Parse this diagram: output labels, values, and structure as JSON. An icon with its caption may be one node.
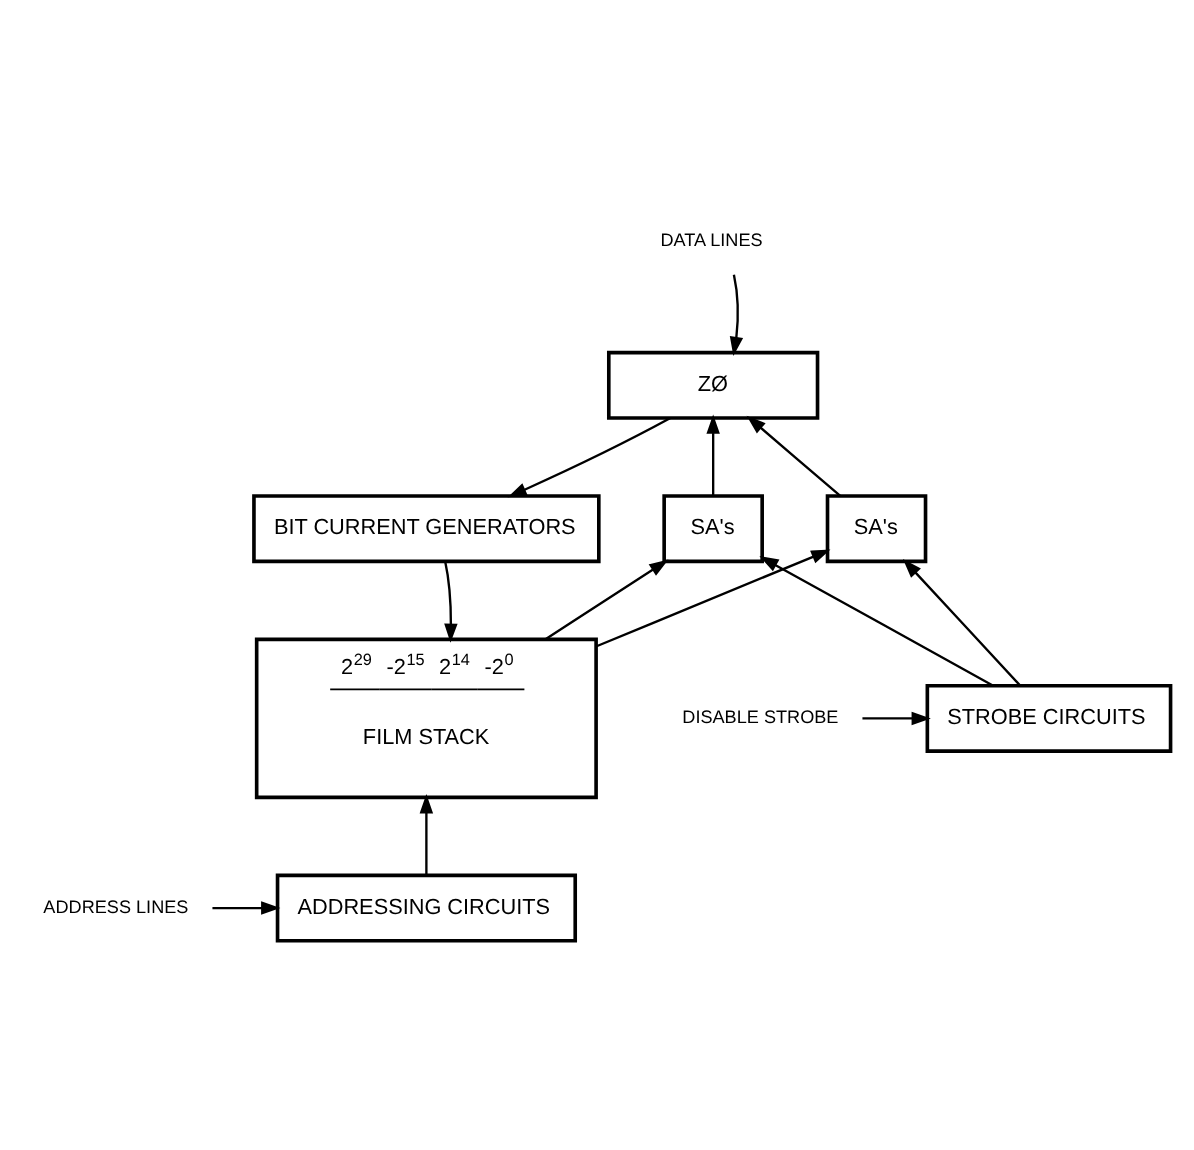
{
  "diagram": {
    "nodes": [
      {
        "text": [
          "DATA LINES"
        ]
      },
      {
        "text": [
          "ZØ"
        ]
      },
      {
        "text": [
          "SA's"
        ]
      },
      {
        "text": [
          "SA's"
        ]
      },
      {
        "text": [
          "BIT CURRENT GENERATORS"
        ]
      },
      {
        "text": [
          "DISABLE STROBE"
        ]
      },
      {
        "text": [
          "STROBE CIRCUITS"
        ]
      },
      {
        "text": [
          "2$^{29}$",
          "-2$^{15}$",
          "2$^{14}$",
          "-2$^{0}$",
          "FILM STACK"
        ]
      },
      {
        "text": [
          "ADDRESS LINES"
        ]
      },
      {
        "text": [
          "ADDRESSING CIRCUITS"
        ]
      }
    ],
    "edges": [
      {
        "from": 0,
        "to": 1,
        "arrow": "to"
      },
      {
        "from": 2,
        "to": 1,
        "arrow": "to"
      },
      {
        "from": 3,
        "to": 1,
        "arrow": "to"
      },
      {
        "from": 1,
        "to": 4,
        "arrow": "to"
      },
      {
        "from": 4,
        "to": 7,
        "arrow": "to"
      },
      {
        "from": 5,
        "to": 6,
        "arrow": "to"
      },
      {
        "from": 6,
        "to": 2,
        "arrow": "to"
      },
      {
        "from": 7,
        "to": 2,
        "arrow": "to"
      },
      {
        "from": 6,
        "to": 3,
        "arrow": "to"
      },
      {
        "from": 7,
        "to": 3,
        "arrow": "to"
      },
      {
        "from": 8,
        "to": 9,
        "arrow": "to"
      },
      {
        "from": 9,
        "to": 7,
        "arrow": "to"
      }
    ]
  }
}
